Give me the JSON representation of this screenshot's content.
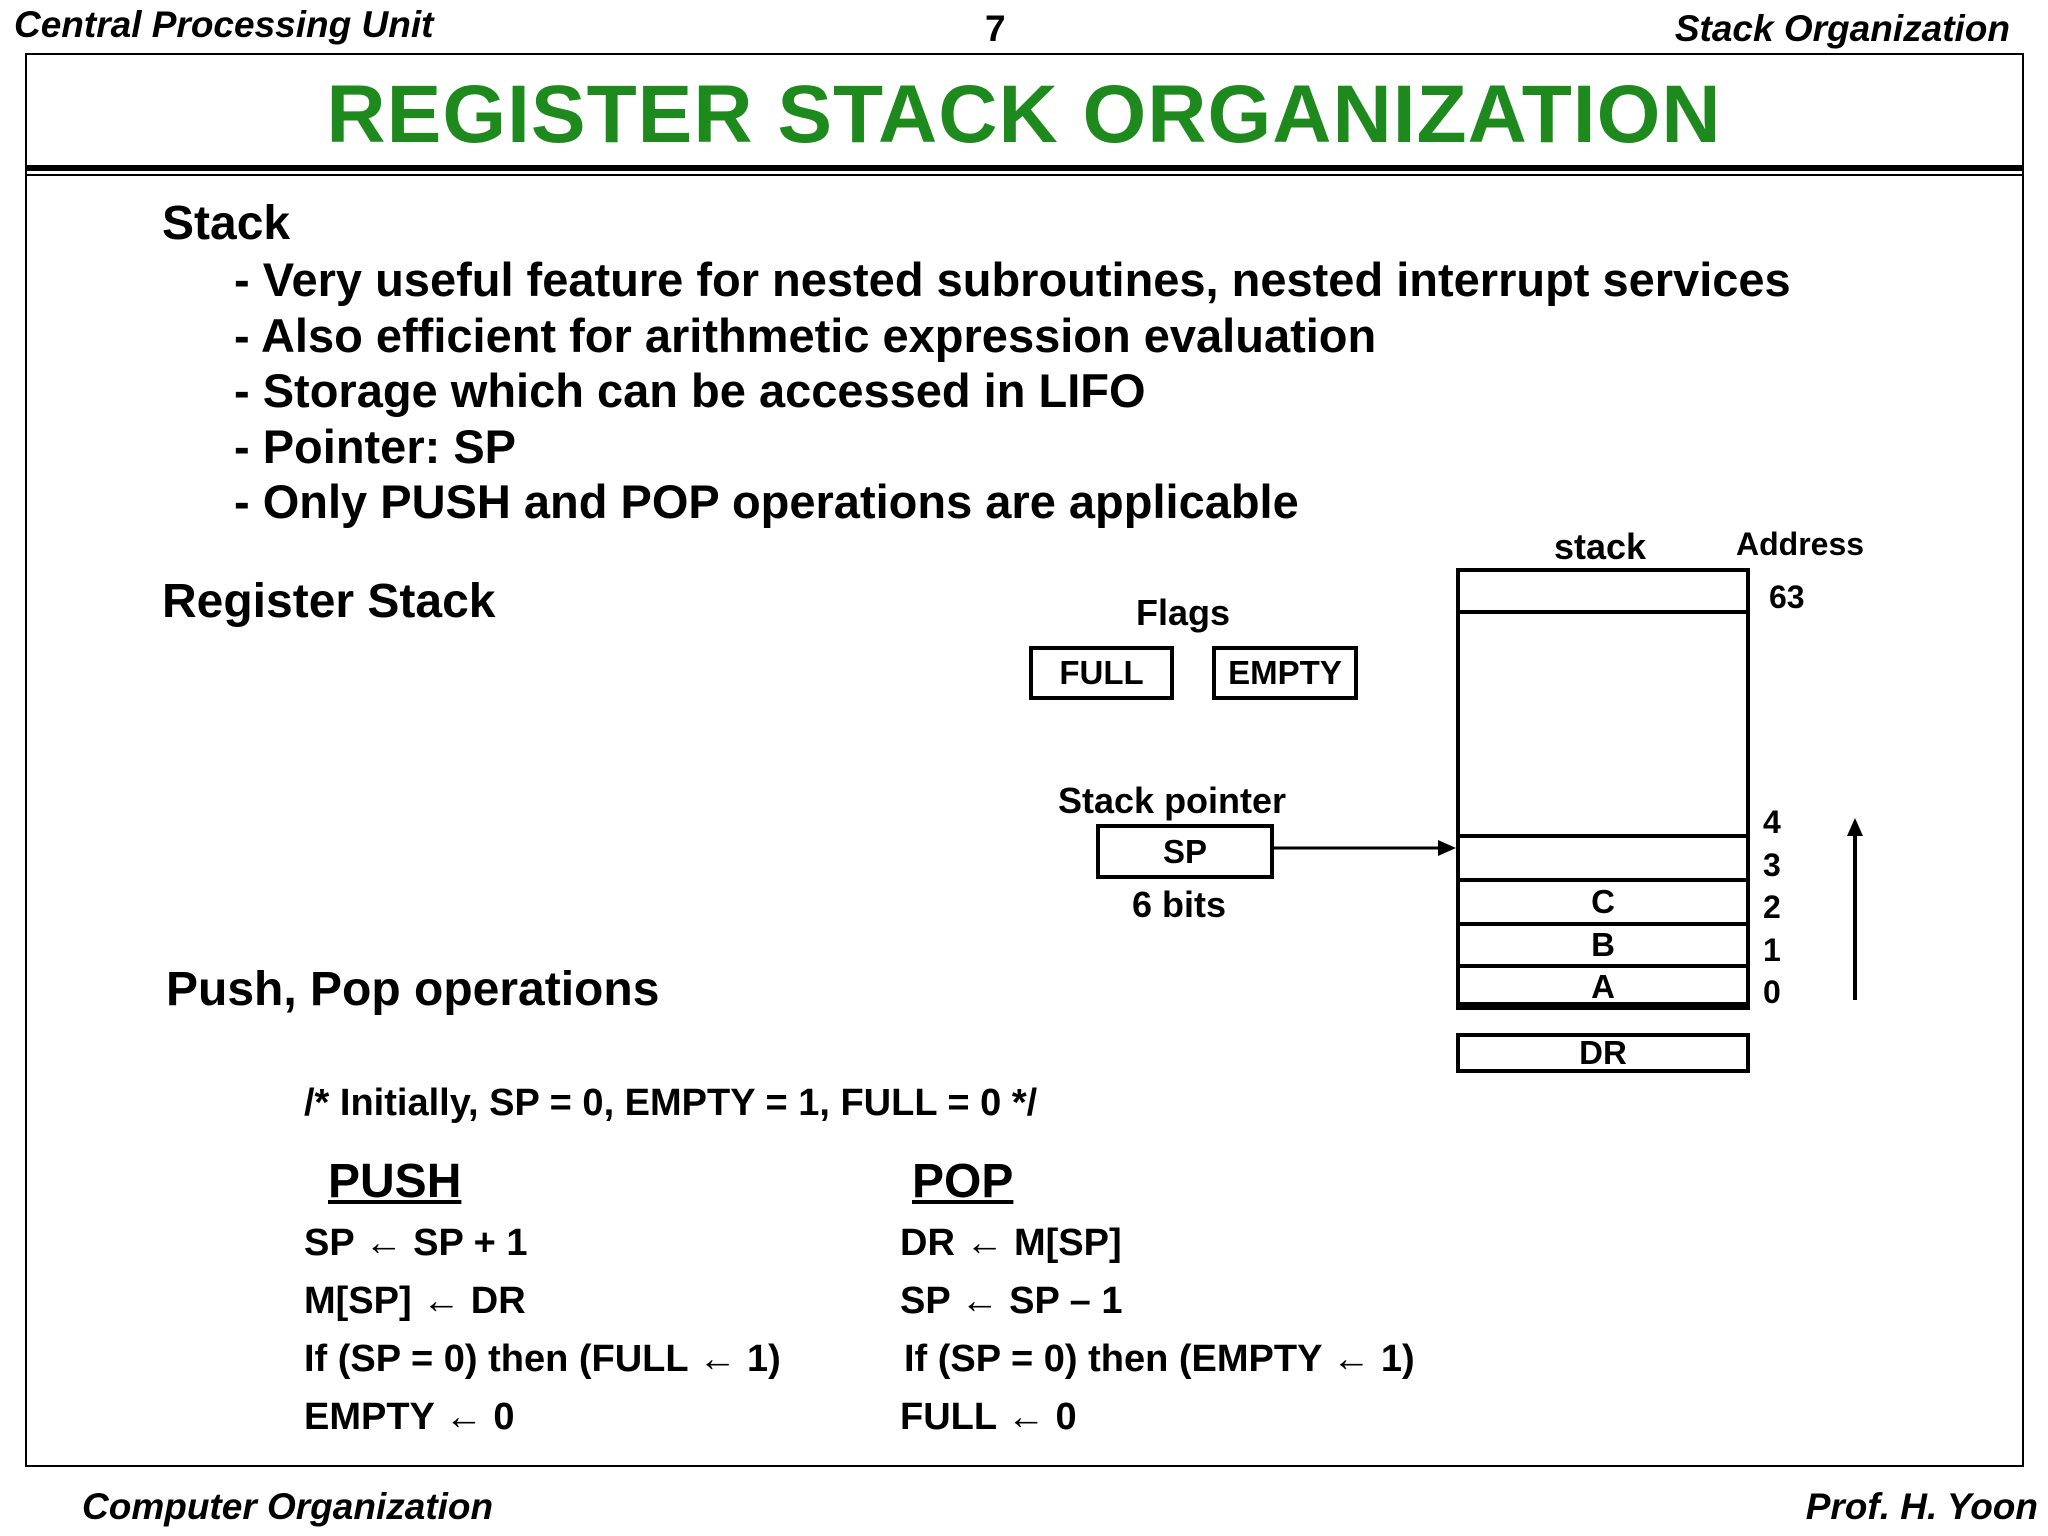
{
  "header": {
    "left": "Central Processing Unit",
    "page_number": "7",
    "right": "Stack Organization"
  },
  "title": "REGISTER  STACK  ORGANIZATION",
  "stack_section": {
    "heading": "Stack",
    "bullets": [
      "- Very useful feature for nested subroutines, nested interrupt services",
      "- Also efficient for arithmetic expression evaluation",
      "- Storage which can be accessed in LIFO",
      "- Pointer:  SP",
      "- Only PUSH and POP operations are applicable"
    ]
  },
  "register_stack": {
    "heading": "Register Stack",
    "flags_label": "Flags",
    "flag_full": "FULL",
    "flag_empty": "EMPTY",
    "sp_label": "Stack pointer",
    "sp_box": "SP",
    "sp_size": "6 bits",
    "stack_label": "stack",
    "address_label": "Address",
    "cells": [
      "C",
      "B",
      "A"
    ],
    "addresses": [
      "63",
      "4",
      "3",
      "2",
      "1",
      "0"
    ],
    "dr_box": "DR"
  },
  "operations": {
    "heading": "Push, Pop operations",
    "comment": "/*  Initially, SP = 0, EMPTY = 1, FULL = 0  */",
    "push": {
      "title": "PUSH",
      "lines": [
        "SP ← SP + 1",
        "M[SP] ← DR",
        "If (SP = 0) then (FULL ← 1)",
        "EMPTY ← 0"
      ]
    },
    "pop": {
      "title": "POP",
      "lines": [
        "DR ← M[SP]",
        "SP ← SP – 1",
        "If (SP = 0) then (EMPTY ← 1)",
        "FULL ← 0"
      ]
    }
  },
  "footer": {
    "left": "Computer Organization",
    "right": "Prof.  H. Yoon"
  }
}
